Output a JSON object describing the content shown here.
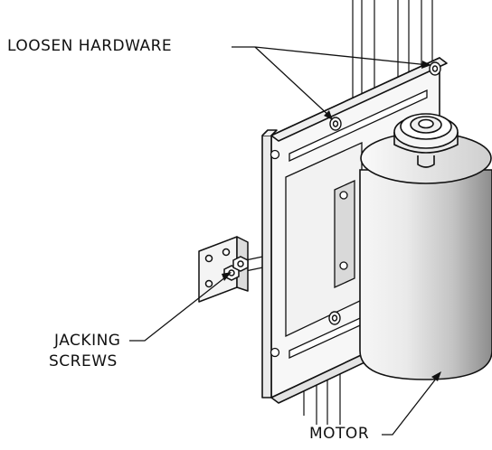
{
  "labels": {
    "loosen_hardware": "LOOSEN HARDWARE",
    "jacking_line1": "JACKING",
    "jacking_line2": "SCREWS",
    "motor": "MOTOR"
  },
  "colors": {
    "line": "#111111",
    "motor_light": "#f4f4f4",
    "motor_mid": "#d0d0d0",
    "motor_dark": "#8a8a8a",
    "plate_fill": "#f7f7f7",
    "background": "#ffffff"
  }
}
